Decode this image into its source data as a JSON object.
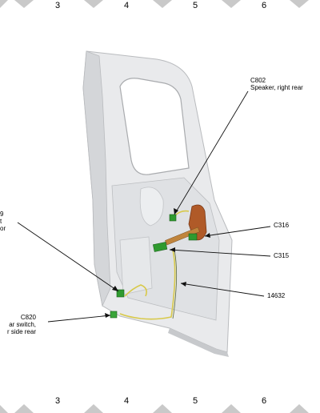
{
  "grid": {
    "top_numbers": [
      "3",
      "4",
      "5",
      "6"
    ],
    "bottom_numbers": [
      "3",
      "4",
      "5",
      "6"
    ]
  },
  "labels": {
    "c802": {
      "id": "C802",
      "desc": "Speaker, right rear"
    },
    "c316": {
      "id": "C316"
    },
    "c315": {
      "id": "C315"
    },
    "wire_14632": {
      "id": "14632"
    },
    "c820": {
      "id": "C820",
      "desc_line1": "ar switch,",
      "desc_line2": "r side rear"
    },
    "left_partial": {
      "line1": "9",
      "line2": "t",
      "line3": "or"
    }
  },
  "colors": {
    "door_fill": "#e9eaec",
    "door_shade": "#cfd1d4",
    "connector_green": "#2f9a2f",
    "wire_yellow": "#d8c94a",
    "speaker_orange": "#b05a28",
    "grid_grey": "#c9c9c9"
  }
}
